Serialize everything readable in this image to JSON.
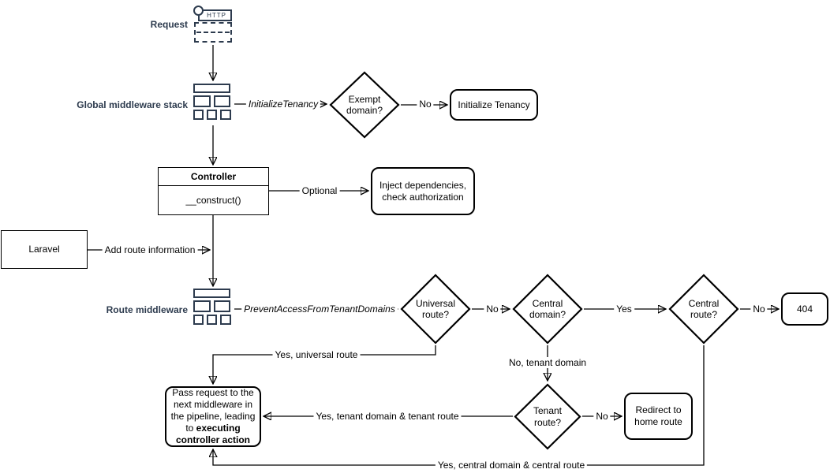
{
  "icons": {
    "request": {
      "label": "Request",
      "badge": "HTTP"
    },
    "global_middleware": {
      "label": "Global middleware stack"
    },
    "route_middleware": {
      "label": "Route middleware"
    }
  },
  "nodes": {
    "exempt_domain": "Exempt domain?",
    "initialize_tenancy": "Initialize Tenancy",
    "controller": {
      "title": "Controller",
      "method": "__construct()"
    },
    "inject": "Inject dependencies, check authorization",
    "laravel": "Laravel",
    "universal_route": "Universal route?",
    "central_domain": "Central domain?",
    "central_route": "Central route?",
    "not_found": "404",
    "tenant_route": "Tenant route?",
    "redirect_home": "Redirect to home route",
    "pass_request": {
      "text": "Pass request to the next middleware in the pipeline, leading to ",
      "bold": "executing controller action"
    }
  },
  "edges": {
    "initialize_tenancy_middleware": "InitializeTenancy",
    "exempt_no": "No",
    "optional": "Optional",
    "add_route_information": "Add route information",
    "prevent_access": "PreventAccessFromTenantDomains",
    "universal_no": "No",
    "central_domain_yes": "Yes",
    "central_route_no": "No",
    "universal_yes": "Yes, universal route",
    "tenant_domain_no": "No, tenant domain",
    "tenant_route_no": "No",
    "tenant_yes": "Yes, tenant domain & tenant route",
    "central_yes": "Yes, central domain & central route"
  },
  "colors": {
    "icon_accent": "#2D3B4E",
    "shape_stroke": "#000000",
    "canvas_bg": "#FFFFFF"
  }
}
